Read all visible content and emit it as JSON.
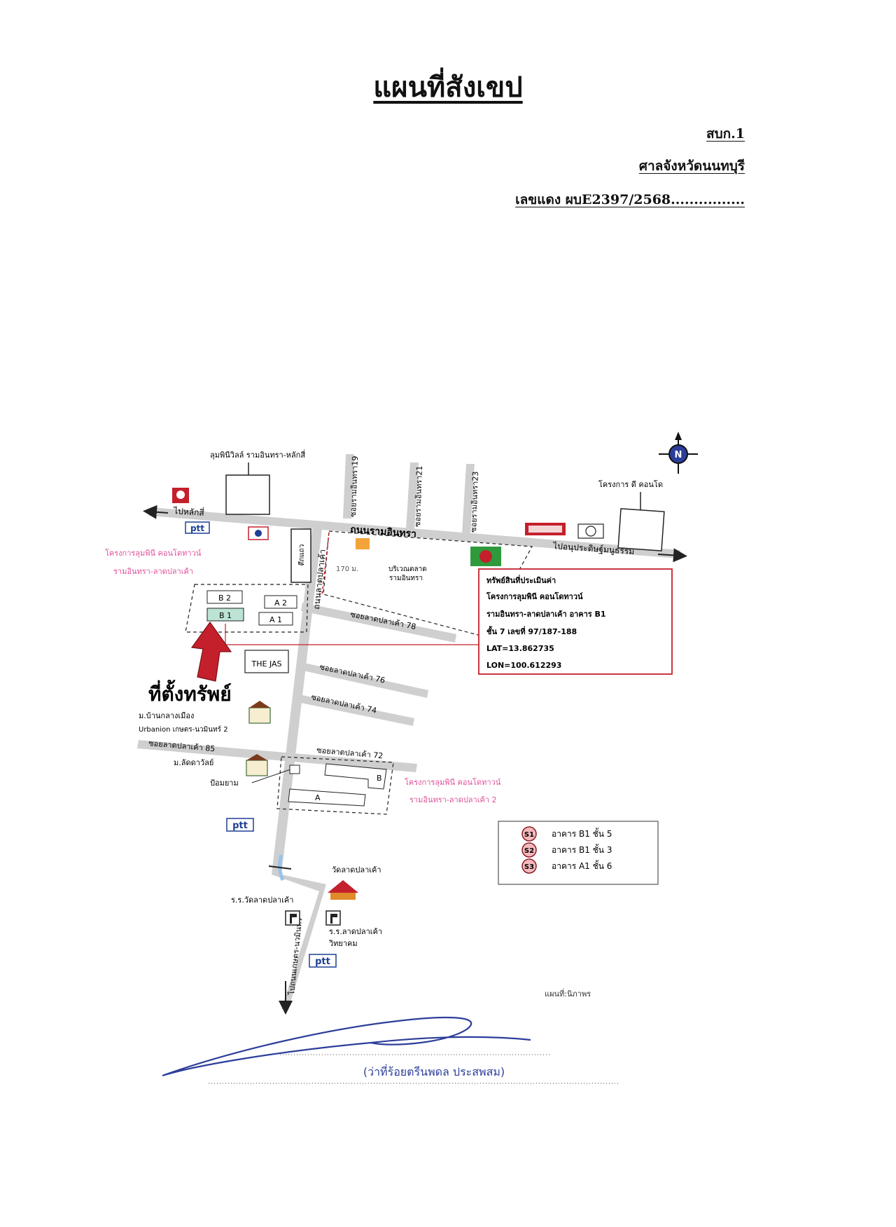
{
  "title": "แผนที่สังเขป",
  "reference": {
    "form_code": "สบก.1",
    "court": "ศาลจังหวัดนนทบุรี",
    "case_no": "เลขแดง ผบE2397/2568................"
  },
  "map": {
    "compass_label": "N",
    "main_road": "ถนนรามอินทรา",
    "left_direction": "ไปหลักสี่",
    "right_direction": "ไปอนุประดิษฐ์มนูธรรม",
    "bottom_direction": "ไปถนนเกษตร-นวมินทร์",
    "side_road": "ถนนลาดปลาเค้า",
    "soi_labels": [
      "ซอยรามอินทรา19",
      "ซอยรามอินทรา21",
      "ซอยรามอินทรา23"
    ],
    "lane_labels": [
      "ซอยลาดปลาเค้า 78",
      "ซอยลาดปลาเค้า 76",
      "ซอยลาดปลาเค้า 74",
      "ซอยลาดปลาเค้า 72",
      "ซอยลาดปลาเค้า 85"
    ],
    "landmarks": {
      "lumpini_villa": "ลุมพินีวิลล์ รามอินทรา-หลักสี่",
      "d_condo": "โครงการ ดี คอนโด",
      "project_pink_1": "โครงการลุมพินี คอนโดทาวน์",
      "project_pink_2": "รามอินทรา-ลาดปลาเค้า",
      "market_1": "บริเวณตลาด",
      "market_2": "รามอินทรา",
      "distance": "170 ม.",
      "tower": "ตึกแถว",
      "the_jas": "THE JAS",
      "ban_klang_1": "ม.บ้านกลางเมือง",
      "ban_klang_2": "Urbanion เกษตร-นวมินทร์ 2",
      "ladda": "ม.ลัดดาวัลย์",
      "police_box": "ป้อมยาม",
      "project2_1": "โครงการลุมพินี คอนโดทาวน์",
      "project2_2": "รามอินทรา-ลาดปลาเค้า 2",
      "temple": "วัดลาดปลาเค้า",
      "school_1": "ร.ร.วัดลาดปลาเค้า",
      "school_2a": "ร.ร.ลาดปลาเค้า",
      "school_2b": "วิทยาคม",
      "ptt": "ptt",
      "map_credit": "แผนที่:นิภาพร"
    },
    "buildings": [
      "B 2",
      "A 2",
      "B 1",
      "A 1",
      "B",
      "A"
    ],
    "property_marker": "ที่ตั้งทรัพย์",
    "info_box": [
      "ทรัพย์สินที่ประเมินค่า",
      "โครงการลุมพินี คอนโดทาวน์",
      "รามอินทรา-ลาดปลาเค้า อาคาร B1",
      "ชั้น 7 เลขที่ 97/187-188",
      "LAT=13.862735",
      "LON=100.612293"
    ],
    "legend": [
      {
        "code": "S1",
        "text": "อาคาร B1 ชั้น 5"
      },
      {
        "code": "S2",
        "text": "อาคาร B1 ชั้น 3"
      },
      {
        "code": "S3",
        "text": "อาคาร A1 ชั้น 6"
      }
    ]
  },
  "signature": {
    "name": "(ว่าที่ร้อยตรีนพดล ประสพสม)"
  },
  "colors": {
    "road": "#cfcfcf",
    "red": "#c4202b",
    "pink": "#e0509a",
    "blue_ink": "#2c3e9a",
    "ptt_blue": "#1d3f94"
  }
}
